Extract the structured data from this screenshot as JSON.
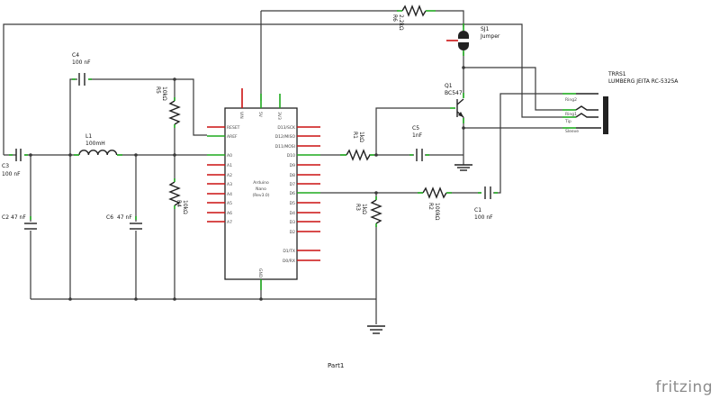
{
  "components": {
    "c3": {
      "ref": "C3",
      "value": "100 nF"
    },
    "c4": {
      "ref": "C4",
      "value": "100 nF"
    },
    "c2": {
      "ref": "C2",
      "value": "47 nF"
    },
    "c6": {
      "ref": "C6",
      "value": "47 nF"
    },
    "l1": {
      "ref": "L1",
      "value": "100mH"
    },
    "r5": {
      "ref": "R5",
      "value": "10kΩ"
    },
    "r4": {
      "ref": "R4",
      "value": "10kΩ"
    },
    "r6": {
      "ref": "R6",
      "value": "2.2kΩ"
    },
    "r1": {
      "ref": "R1",
      "value": "1kΩ"
    },
    "r3": {
      "ref": "R3",
      "value": "1kΩ"
    },
    "r2": {
      "ref": "R2",
      "value": "100kΩ"
    },
    "c5": {
      "ref": "C5",
      "value": "1nF"
    },
    "c1": {
      "ref": "C1",
      "value": "100 nF"
    },
    "sj1": {
      "ref": "SJ1",
      "value": "Jumper"
    },
    "q1": {
      "ref": "Q1",
      "value": "BC547"
    },
    "trrs1": {
      "ref": "TRRS1",
      "value": "LUMBERG JEITA RC-5325A"
    }
  },
  "arduino": {
    "name": "Arduino",
    "model": "Nano",
    "rev": "(Rev3.0)",
    "top_pins": [
      "VIN",
      "5V",
      "3V3"
    ],
    "left_pins": [
      "RESET",
      "AREF",
      "A0",
      "A1",
      "A2",
      "A3",
      "A4",
      "A5",
      "A6",
      "A7"
    ],
    "right_pins": [
      "D13/SCK",
      "D12/MISO",
      "D11/MOSI",
      "D10",
      "D9",
      "D8",
      "D7",
      "D6",
      "D5",
      "D4",
      "D3",
      "D2",
      "D1/TX",
      "D0/RX"
    ],
    "bottom_pin": "GND"
  },
  "trrs_pins": [
    "Ring2",
    "Ring1",
    "Tip",
    "Sleeve"
  ],
  "footer": {
    "part": "Part1",
    "brand": "fritzing"
  }
}
